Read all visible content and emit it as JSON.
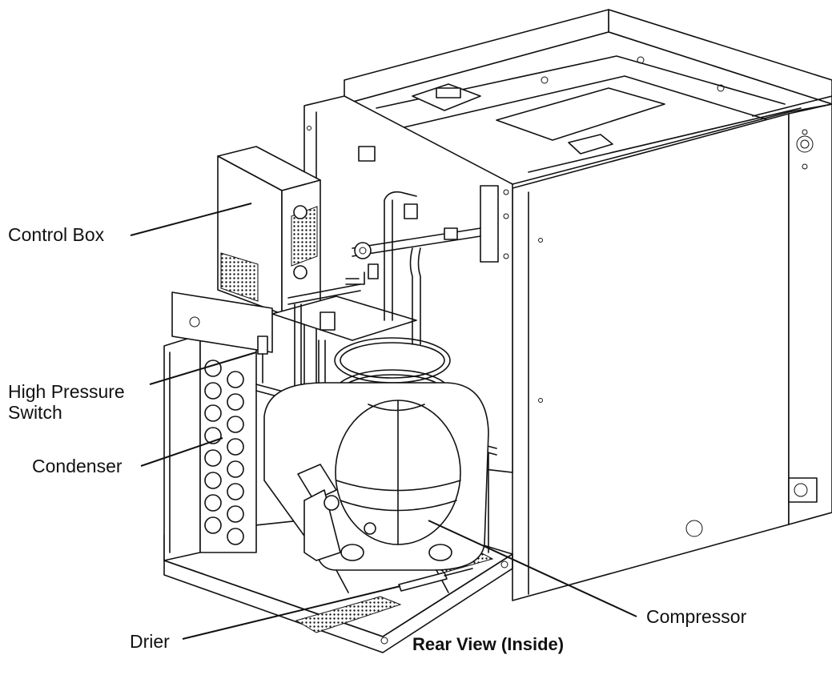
{
  "callouts": {
    "control_box": "Control Box",
    "high_pressure_switch_line1": "High Pressure",
    "high_pressure_switch_line2": "Switch",
    "condenser": "Condenser",
    "compressor": "Compressor",
    "drier": "Drier"
  },
  "caption": "Rear View (Inside)"
}
